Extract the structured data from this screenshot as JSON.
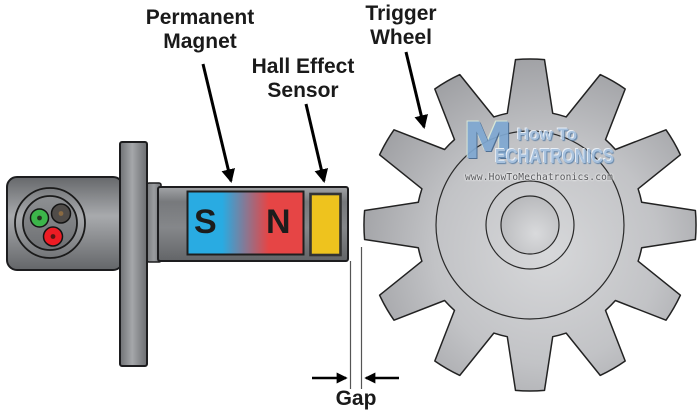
{
  "labels": {
    "permanent_magnet": "Permanent\nMagnet",
    "hall_effect_sensor": "Hall Effect\nSensor",
    "trigger_wheel": "Trigger\nWheel",
    "gap": "Gap"
  },
  "magnet": {
    "south_label": "S",
    "north_label": "N",
    "south_color": "#29abe2",
    "north_color": "#e64545"
  },
  "hall_sensor": {
    "color": "#eec31e"
  },
  "connector": {
    "pins": [
      {
        "name": "green-pin",
        "color": "#3cb54a"
      },
      {
        "name": "black-pin",
        "color": "#504c49"
      },
      {
        "name": "red-pin",
        "color": "#ed1c24"
      }
    ]
  },
  "trigger_wheel": {
    "teeth": 12
  },
  "watermark": {
    "logo_m": "M",
    "line1": "How To",
    "line2": "ECHATRONICS",
    "url": "www.HowToMechatronics.com"
  }
}
